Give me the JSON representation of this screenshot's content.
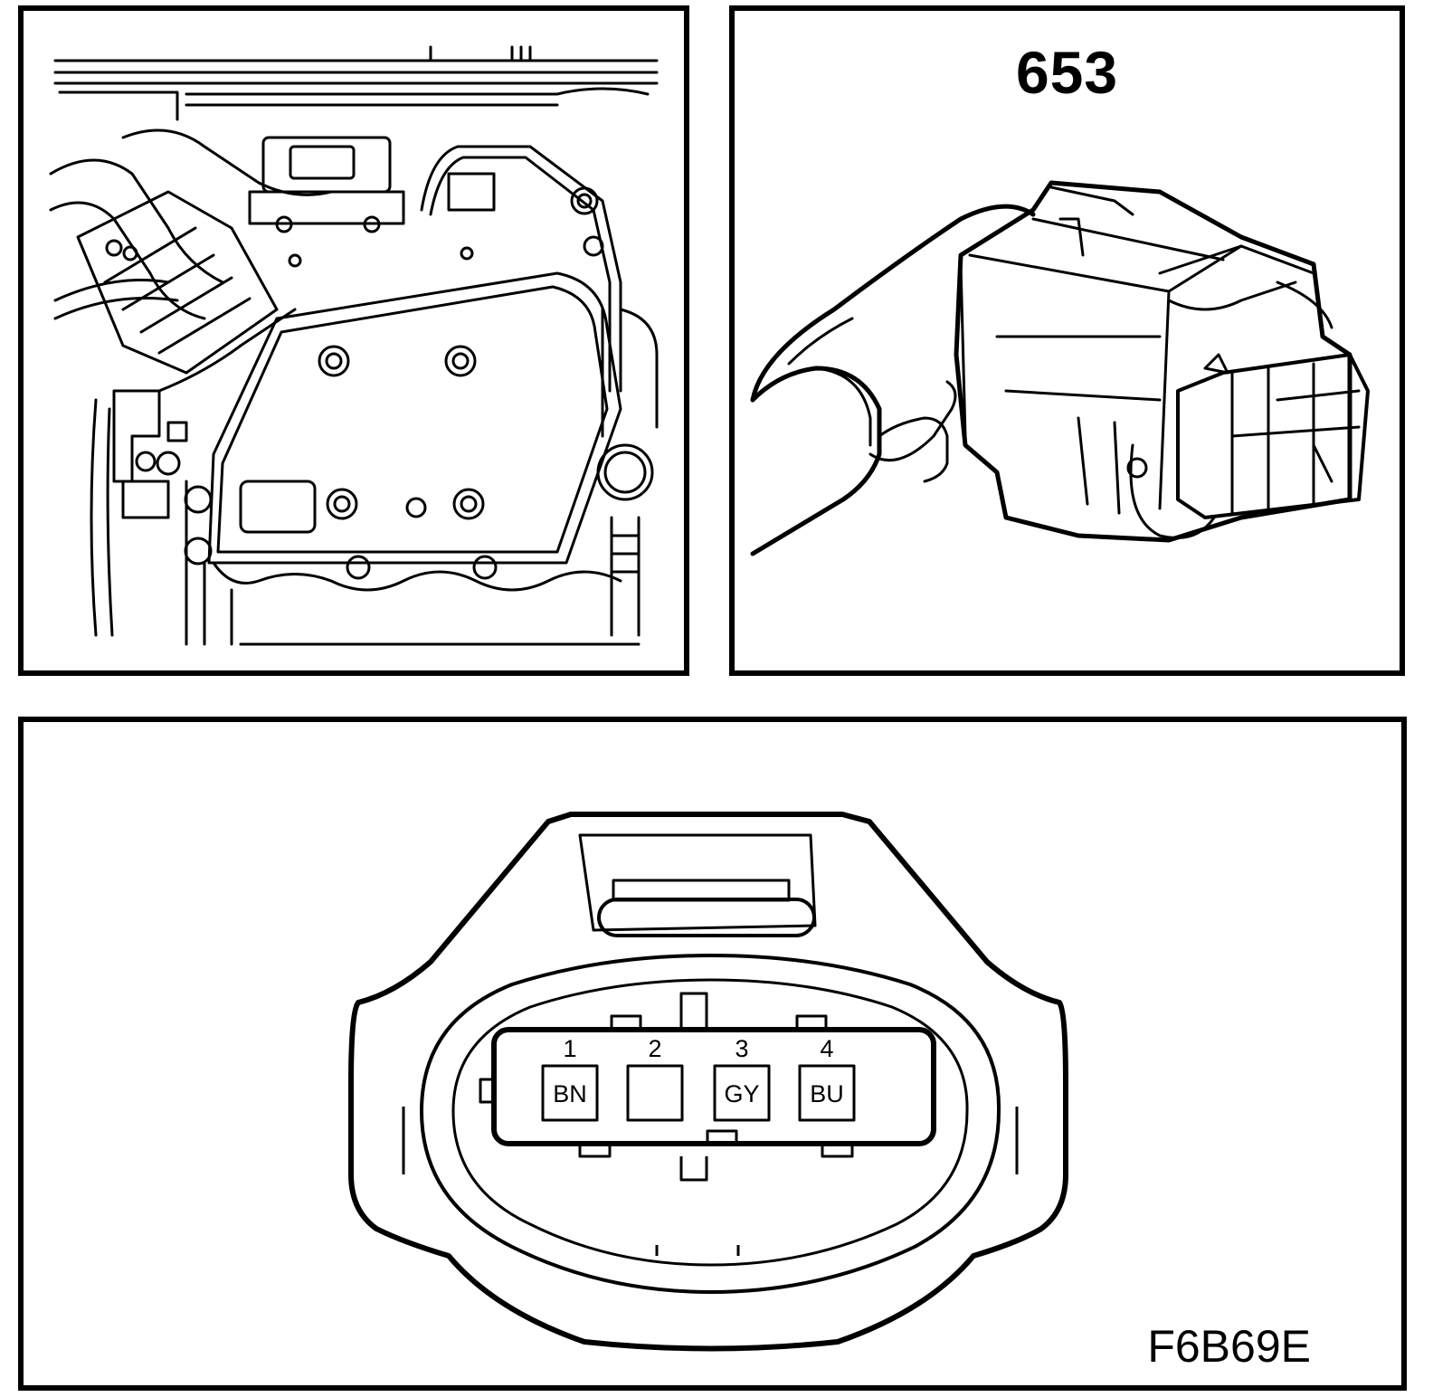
{
  "connector": {
    "id": "653"
  },
  "figure": {
    "code": "F6B69E"
  },
  "pinout": {
    "pins": [
      {
        "number": "1",
        "wire": "BN"
      },
      {
        "number": "2",
        "wire": ""
      },
      {
        "number": "3",
        "wire": "GY"
      },
      {
        "number": "4",
        "wire": "BU"
      }
    ]
  }
}
